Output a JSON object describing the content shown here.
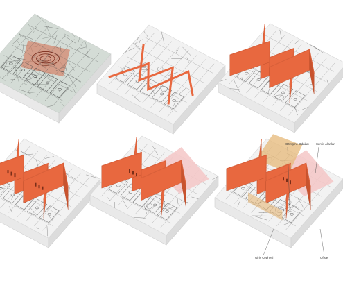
{
  "figure": {
    "panels": [
      {
        "id": "panel-1",
        "stage": "sketch-overlay"
      },
      {
        "id": "panel-2",
        "stage": "zigzag-lines"
      },
      {
        "id": "panel-3",
        "stage": "extruded-walls"
      },
      {
        "id": "panel-4",
        "stage": "walls-with-openings"
      },
      {
        "id": "panel-5",
        "stage": "added-volume"
      },
      {
        "id": "panel-6",
        "stage": "labeled-program"
      }
    ],
    "labels": {
      "entrance": "Giriş Cephesi",
      "meeting_rooms": "Görüşme Odaları",
      "service_areas": "Servis Alanları",
      "offices": "Ofisler"
    },
    "colors": {
      "wall_orange": "#e8683f",
      "wall_orange_dark": "#c8532e",
      "volume_pink": "#f4c7c7",
      "volume_tan": "#e6b878",
      "base_light": "#f2f2f2",
      "base_side": "#dcdcdc",
      "sketch_line": "#6b6b6b"
    }
  }
}
